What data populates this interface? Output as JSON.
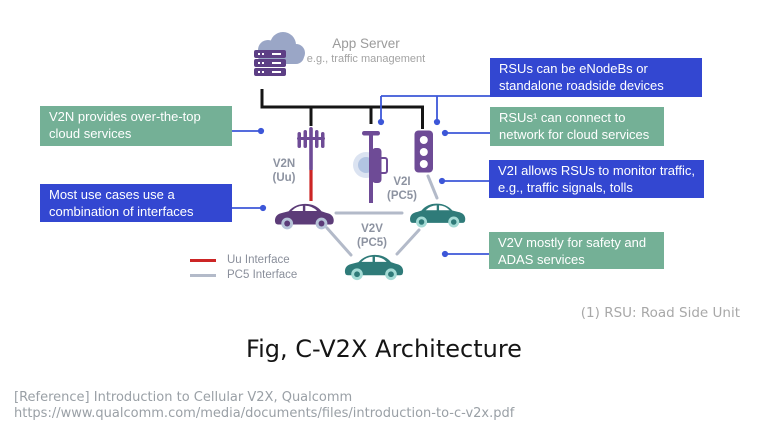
{
  "colors": {
    "callout_blue": "#3347d1",
    "callout_green": "#74b096",
    "connector_blue": "#3d57d8",
    "connector_black": "#151515",
    "device_purple": "#6e4b96",
    "car_purple": "#5c3c78",
    "car_teal": "#2f7b79",
    "uu_red": "#cc2525",
    "pc5_gray": "#b3bac9",
    "muted_text": "#8d93a1"
  },
  "app_server": {
    "title": "App Server",
    "subtitle": "e.g., traffic management"
  },
  "callouts": {
    "v2n_left": "V2N provides over-the-top\ncloud services",
    "most_use_left": "Most use cases use a\ncombination of interfaces",
    "rsu_enodeb_right": "RSUs can be eNodeBs or\nstandalone roadside devices",
    "rsu_network_right": "RSUs¹ can connect to\nnetwork for cloud services",
    "v2i_right": "V2I allows RSUs to monitor traffic,\ne.g., traffic signals, tolls",
    "v2v_right": "V2V mostly for safety and\nADAS services"
  },
  "diagram_labels": {
    "v2n": "V2N\n(Uu)",
    "v2i": "V2I\n(PC5)",
    "v2v": "V2V\n(PC5)"
  },
  "legend": {
    "items": [
      {
        "label": "Uu Interface",
        "color": "#cc2525"
      },
      {
        "label": "PC5 Interface",
        "color": "#b3bac9"
      }
    ]
  },
  "icons": {
    "app_server": "cloud-server-icon",
    "cell_tower": "cell-tower-icon",
    "rsu": "roadside-unit-icon",
    "traffic_light": "traffic-light-icon",
    "cars": "car-icon"
  },
  "footnote": "(1) RSU: Road Side Unit",
  "title": "Fig, C-V2X Architecture",
  "reference": "[Reference] Introduction to Cellular V2X, Qualcomm\nhttps://www.qualcomm.com/media/documents/files/introduction-to-c-v2x.pdf"
}
